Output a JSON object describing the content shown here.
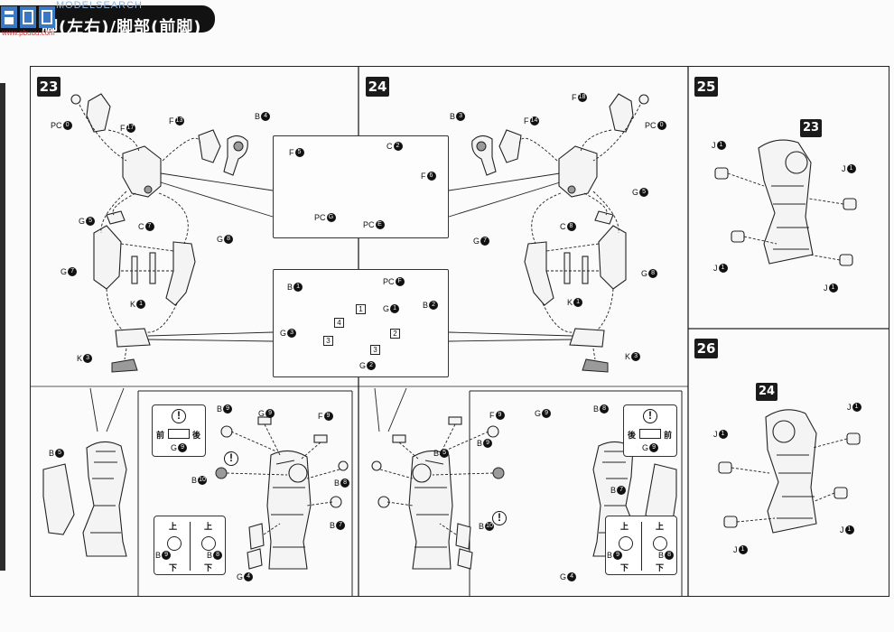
{
  "header": {
    "watermark": "MODELSEARCH",
    "watermark_url": "www.pbuuu.com",
    "title": "脚(左右)/脚部(前脚)"
  },
  "steps": [
    {
      "number": "23",
      "labels": [
        {
          "t": "PC",
          "n": "0"
        },
        {
          "t": "F",
          "n": "17"
        },
        {
          "t": "F",
          "n": "13"
        },
        {
          "t": "B",
          "n": "4"
        },
        {
          "t": "G",
          "n": "5"
        },
        {
          "t": "C",
          "n": "7"
        },
        {
          "t": "G",
          "n": "8"
        },
        {
          "t": "G",
          "n": "7"
        },
        {
          "t": "K",
          "n": "1"
        },
        {
          "t": "K",
          "n": "3"
        }
      ]
    },
    {
      "number": "24",
      "labels": [
        {
          "t": "B",
          "n": "3"
        },
        {
          "t": "F",
          "n": "14"
        },
        {
          "t": "F",
          "n": "18"
        },
        {
          "t": "PC",
          "n": "0"
        },
        {
          "t": "G",
          "n": "5"
        },
        {
          "t": "C",
          "n": "8"
        },
        {
          "t": "G",
          "n": "7"
        },
        {
          "t": "G",
          "n": "8"
        },
        {
          "t": "K",
          "n": "1"
        },
        {
          "t": "K",
          "n": "3"
        }
      ]
    },
    {
      "number": "25",
      "ref": "23",
      "labels": [
        {
          "t": "J",
          "n": "1"
        },
        {
          "t": "J",
          "n": "1"
        },
        {
          "t": "J",
          "n": "1"
        },
        {
          "t": "J",
          "n": "1"
        }
      ]
    },
    {
      "number": "26",
      "ref": "24",
      "labels": [
        {
          "t": "J",
          "n": "1"
        },
        {
          "t": "J",
          "n": "1"
        },
        {
          "t": "J",
          "n": "1"
        },
        {
          "t": "J",
          "n": "1"
        }
      ]
    }
  ],
  "inset_top": {
    "labels": [
      {
        "t": "F",
        "n": "5"
      },
      {
        "t": "C",
        "n": "2"
      },
      {
        "t": "F",
        "n": "6"
      },
      {
        "t": "PC",
        "n": "G"
      },
      {
        "t": "PC",
        "n": "E"
      }
    ]
  },
  "inset_mid": {
    "labels": [
      {
        "t": "B",
        "n": "1"
      },
      {
        "t": "PC",
        "n": "F"
      },
      {
        "t": "G",
        "n": "1"
      },
      {
        "t": "B",
        "n": "2"
      },
      {
        "t": "G",
        "n": "3"
      },
      {
        "t": "G",
        "n": "2"
      }
    ],
    "order": [
      "1",
      "2",
      "3",
      "4",
      "3"
    ]
  },
  "detail_left": {
    "labels": [
      {
        "t": "B",
        "n": "5"
      },
      {
        "t": "B",
        "n": "9"
      },
      {
        "t": "G",
        "n": "9"
      },
      {
        "t": "F",
        "n": "9"
      },
      {
        "t": "B",
        "n": "10"
      },
      {
        "t": "B",
        "n": "8"
      },
      {
        "t": "B",
        "n": "7"
      },
      {
        "t": "G",
        "n": "4"
      }
    ],
    "note_front": "前",
    "note_back": "後",
    "note_part": "G",
    "note_part_n": "9",
    "ud_up": "上",
    "ud_down": "下",
    "ud_left": {
      "t": "B",
      "n": "9"
    },
    "ud_right": {
      "t": "B",
      "n": "8"
    }
  },
  "detail_right": {
    "labels": [
      {
        "t": "B",
        "n": "5"
      },
      {
        "t": "F",
        "n": "9"
      },
      {
        "t": "G",
        "n": "9"
      },
      {
        "t": "B",
        "n": "8"
      },
      {
        "t": "B",
        "n": "9"
      },
      {
        "t": "B",
        "n": "7"
      },
      {
        "t": "B",
        "n": "10"
      },
      {
        "t": "G",
        "n": "4"
      }
    ],
    "note_front": "前",
    "note_back": "後",
    "note_part": "G",
    "note_part_n": "9",
    "ud_up": "上",
    "ud_down": "下",
    "ud_left": {
      "t": "B",
      "n": "9"
    },
    "ud_right": {
      "t": "B",
      "n": "8"
    }
  },
  "warning_glyph": "!"
}
